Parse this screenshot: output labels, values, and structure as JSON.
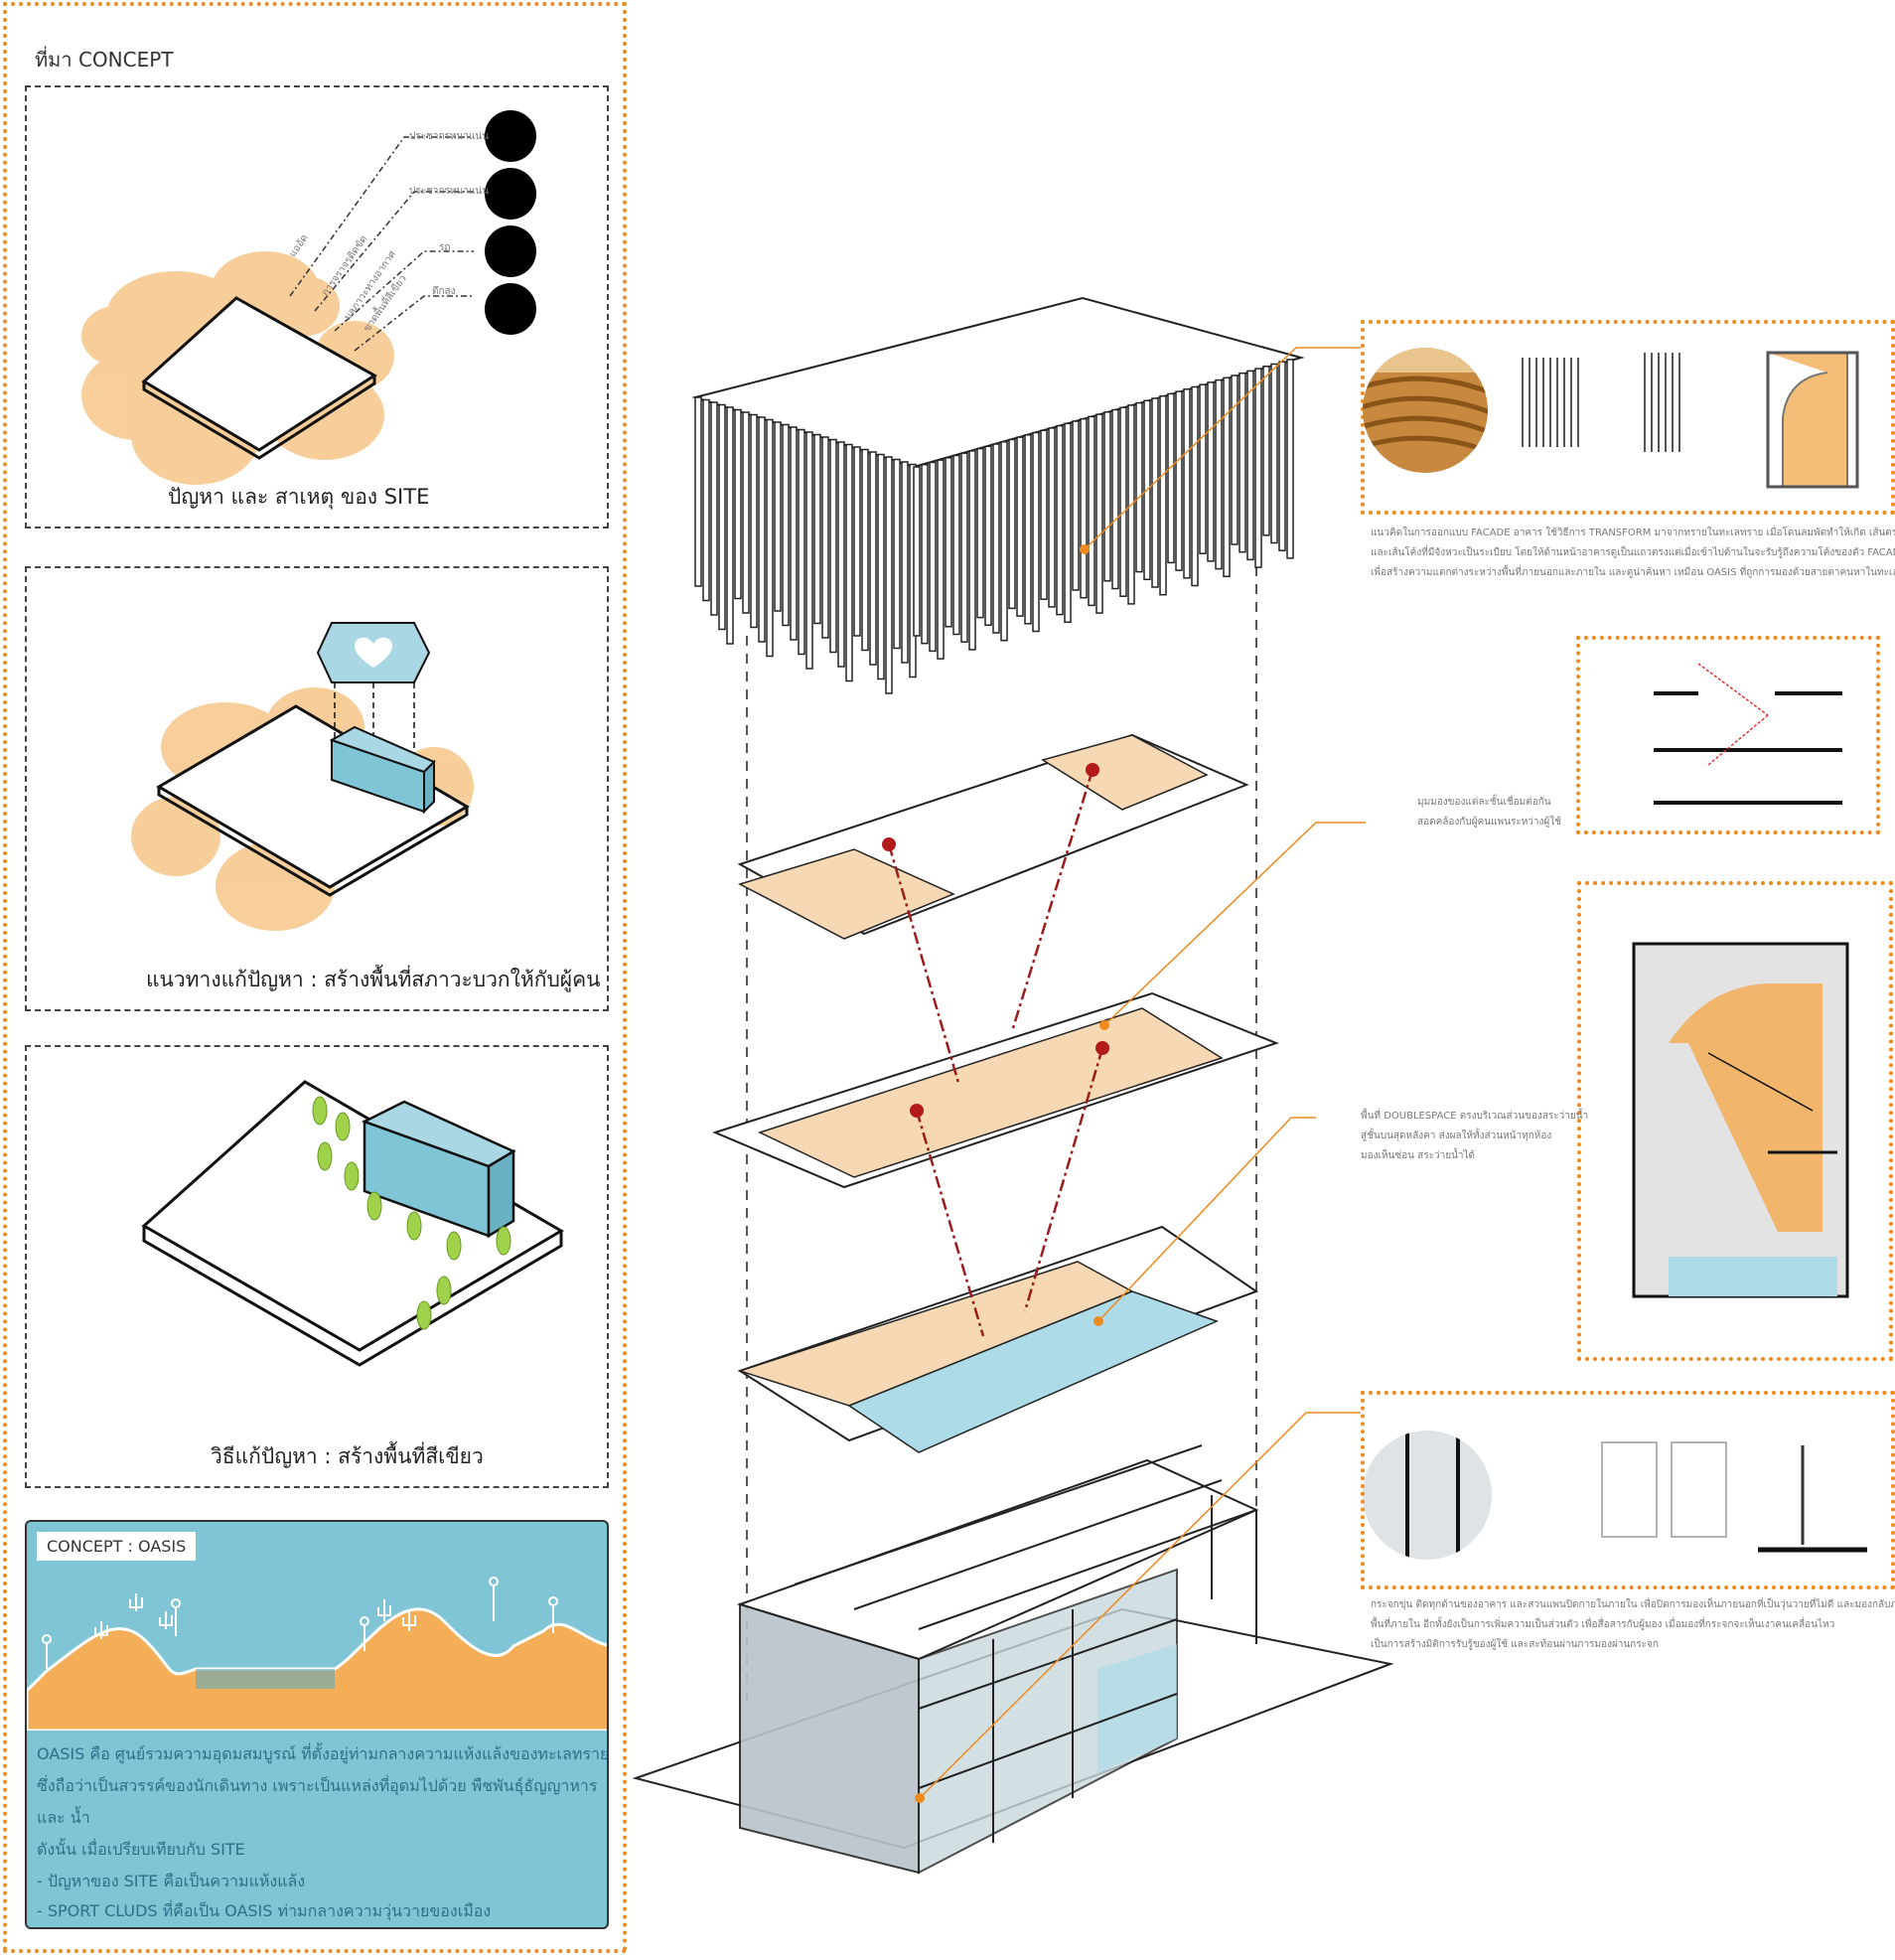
{
  "left_column": {
    "heading": "ที่มา CONCEPT",
    "panel1": {
      "caption": "ปัญหา และ สาเหตุ ของ SITE",
      "labels": [
        "ประชากรหนาแน่น",
        "ประชากรหนาแน่น",
        "รถ",
        "ตึกสูง",
        "แออัด",
        "การจราจรติดขัด",
        "มลภาวะทางอากาศ",
        "ขาดพื้นที่สีเขียว"
      ]
    },
    "panel2": {
      "caption": "แนวทางแก้ปัญหา : สร้างพื้นที่สภาวะบวกให้กับผู้คน",
      "icon": "heart-icon"
    },
    "panel3": {
      "caption": "วิธีแก้ปัญหา : สร้างพื้นที่สีเขียว"
    },
    "oasis": {
      "tag": "CONCEPT : OASIS",
      "lines": [
        "OASIS คือ ศูนย์รวมความอุดมสมบูรณ์ ที่ตั้งอยู่ท่ามกลางความแห้งแล้งของทะเลทราย",
        "ซึ่งถือว่าเป็นสวรรค์ของนักเดินทาง เพราะเป็นแหล่งที่อุดมไปด้วย พืชพันธุ์ธัญญาหาร",
        "และ น้ำ",
        "ดังนั้น เมื่อเปรียบเทียบกับ SITE",
        "- ปัญหาของ SITE คือเป็นความแห้งแล้ง",
        "- SPORT CLUDS ที่คือเป็น OASIS ท่ามกลางความวุ่นวายของเมือง"
      ]
    }
  },
  "right_notes": {
    "facade": [
      "แนวคิดในการออกแบบ FACADE อาคาร ใช้วิธีการ TRANSFORM มาจากทรายในทะเลทราย เมื่อโดนลมพัดทำให้เกิด เส้นตรง",
      "และเส้นโค้งที่มีจังหวะเป็นระเบียบ โดยให้ด้านหน้าอาคารดูเป็นแถวตรงแต่เมื่อเข้าไปด้านในจะรับรู้ถึงความโค้งของตัว FACADE",
      "เพื่อสร้างความแตกต่างระหว่างพื้นที่ภายนอกและภายใน และดูน่าค้นหา เหมือน OASIS ที่ถูกการมองด้วยสายตาคนหาในทะเลทราย"
    ],
    "view": [
      "มุมมองของแต่ละชั้นเชื่อมต่อกัน",
      "สอดคล้องกับผู้คนแพนระหว่างผู้ใช้"
    ],
    "double": [
      "พื้นที่ DOUBLESPACE ตรงบริเวณส่วนของสระว่ายน้ำ",
      "สู่ชั้นบนสุดหลังคา ส่งผลให้ทั้งส่วนหน้าทุกห้อง",
      "มองเห็นซ่อน สระว่ายน้ำได้"
    ],
    "glass": [
      "กระจกขุ่น ติดทุกด้านของอาคาร และสวนแพนปิดกายในภายใน เพื่อปิดการมองเห็นภายนอกที่เป็นวุ่นวายที่ไม่ดี และมองกลับภายใน",
      "พื้นที่ภายใน อีกทั้งยังเป็นการเพิ่มความเป็นส่วนตัว เพื่อสื่อสารกับผู้มอง เมื่อมองที่กระจกจะเห็นเงาคนเคลื่อนไหว",
      "เป็นการสร้างมิติการรับรู้ของผู้ใช้ และสะท้อนผ่านการมองผ่านกระจก"
    ]
  },
  "colors": {
    "accent_orange": "#ee8a1e",
    "sand": "#f3ae57",
    "sky": "#7fc5d6",
    "floor": "#f6d9b4",
    "pool": "#aedbe8",
    "path": "#9c1b1b"
  }
}
